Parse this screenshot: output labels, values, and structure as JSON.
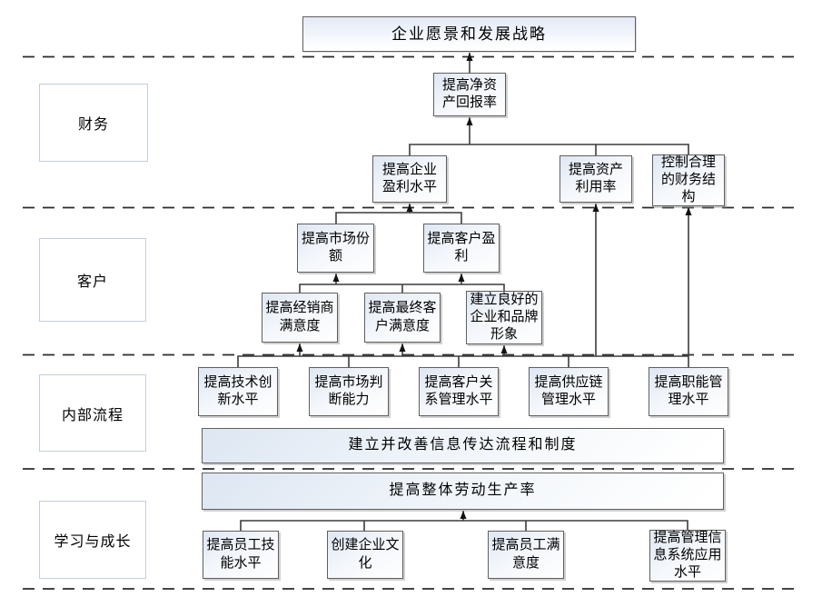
{
  "diagram": {
    "title": "企业愿景和发展战略",
    "type": "strategy-map"
  },
  "lanes": {
    "financial": "财务",
    "customer": "客户",
    "internal": "内部流程",
    "learning": "学习与成长"
  },
  "nodes": {
    "vision": "企业愿景和发展战略",
    "roe": "提高净资产回报率",
    "profit": "提高企业盈利水平",
    "asset_util": "提高资产利用率",
    "fin_structure": "控制合理的财务结构",
    "market_share": "提高市场份额",
    "customer_profit": "提高客户盈利",
    "dealer_satisfaction": "提高经销商满意度",
    "end_customer_satisfaction": "提高最终客户满意度",
    "brand_image": "建立良好的企业和品牌形象",
    "tech_innovation": "提高技术创新水平",
    "market_judgment": "提高市场判断能力",
    "crm": "提高客户关系管理水平",
    "supply_chain": "提高供应链管理水平",
    "functional_mgmt": "提高职能管理水平",
    "info_process": "建立并改善信息传达流程和制度",
    "labor_productivity": "提高整体劳动生产率",
    "employee_skill": "提高员工技能水平",
    "corporate_culture": "创建企业文化",
    "employee_satisfaction": "提高员工满意度",
    "mis_level": "提高管理信息系统应用水平"
  },
  "colors": {
    "node_border": "#5f5f5f",
    "node_fill_top": "#dfe7f3",
    "node_fill_bottom": "#ffffff",
    "connector": "#3c3c3c",
    "separator": "#2b2b2b",
    "lane_label_border": "#c3cddc"
  }
}
